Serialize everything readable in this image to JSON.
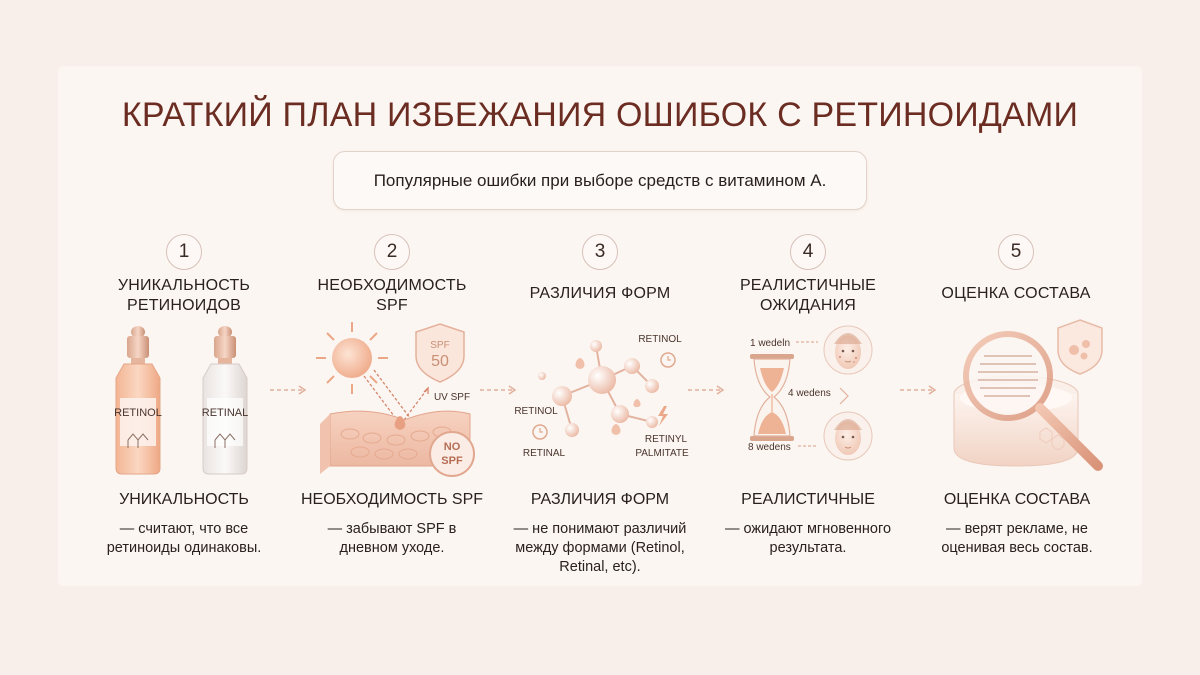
{
  "title": "КРАТКИЙ ПЛАН ИЗБЕЖАНИЯ ОШИБОК С РЕТИНОИДАМИ",
  "subtitle": "Популярные ошибки при выборе средств с витамином А.",
  "steps": [
    {
      "number": "1",
      "heading": "УНИКАЛЬНОСТЬ РЕТИНОИДОВ",
      "labels": {
        "bottle_left": "RETINOL",
        "bottle_right": "RETINAL"
      },
      "lower_heading": "УНИКАЛЬНОСТЬ",
      "description": "— считают, что все ретиноиды одинаковы."
    },
    {
      "number": "2",
      "heading": "НЕОБХОДИМОСТЬ SPF",
      "labels": {
        "spf": "SPF",
        "spf_value": "50",
        "uv": "UV SPF",
        "no": "NO",
        "no_spf": "SPF"
      },
      "lower_heading": "НЕОБХОДИМОСТЬ SPF",
      "description": "— забывают SPF в дневном уходе."
    },
    {
      "number": "3",
      "heading": "РАЗЛИЧИЯ ФОРМ",
      "labels": {
        "retinol_top": "RETINOL",
        "retinol_left": "RETINOL",
        "retinal": "RETINAL",
        "retinyl": "RETINYL",
        "palmitate": "PALMITATE"
      },
      "lower_heading": "РАЗЛИЧИЯ ФОРМ",
      "description": "— не понимают различий между формами (Retinol, Retinal, etc)."
    },
    {
      "number": "4",
      "heading": "РЕАЛИСТИЧНЫЕ ОЖИДАНИЯ",
      "labels": {
        "w1": "1 wedeln",
        "w4": "4 wedens",
        "w8": "8 wedens"
      },
      "lower_heading": "РЕАЛИСТИЧНЫЕ",
      "description": "— ожидают мгновенного результата."
    },
    {
      "number": "5",
      "heading": "ОЦЕНКА СОСТАВА",
      "labels": {},
      "lower_heading": "ОЦЕНКА СОСТАВА",
      "description": "— верят рекламе, не оценивая весь состав."
    }
  ],
  "colors": {
    "title": "#6b2c22",
    "accent": "#e3a98f",
    "text": "#2a211d"
  }
}
